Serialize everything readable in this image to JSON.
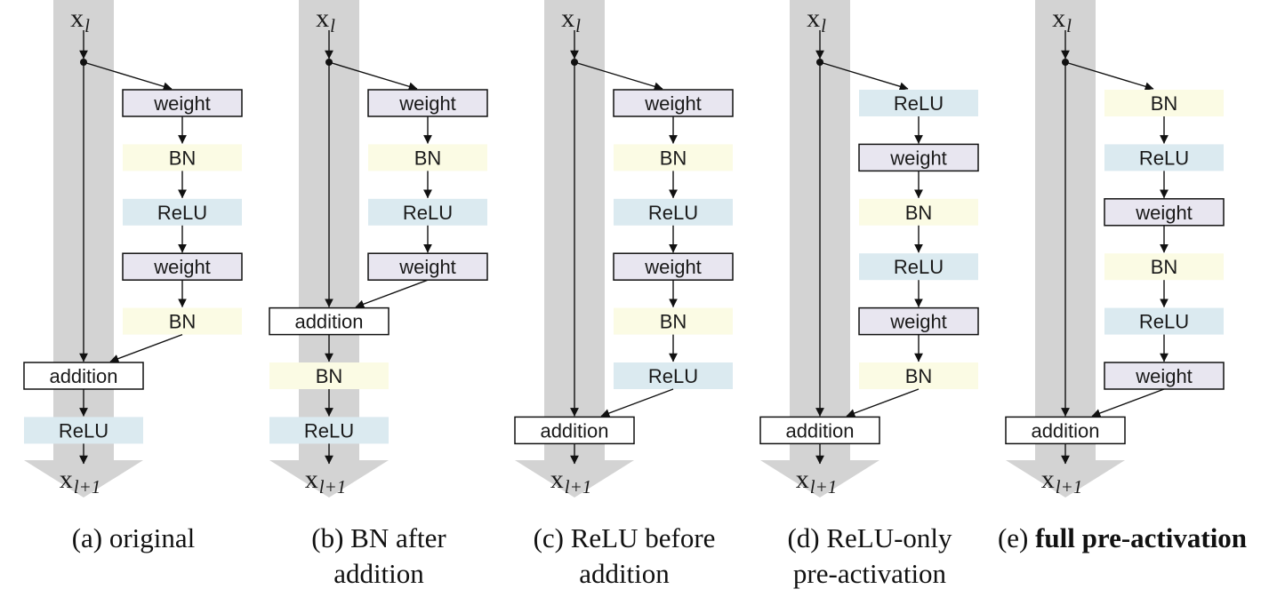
{
  "labels": {
    "weight": "weight",
    "bn": "BN",
    "relu": "ReLU",
    "addition": "addition",
    "input_main": "x",
    "input_sub": "l",
    "output_main": "x",
    "output_sub": "l+1"
  },
  "colors": {
    "weight_fill": "#e8e6f0",
    "bn_fill": "#fbfbe4",
    "relu_fill": "#dbeaf0",
    "addition_fill": "#ffffff",
    "highway": "#d3d3d3",
    "line": "#111111"
  },
  "variants": [
    {
      "id": "a",
      "caption_lines": [
        "(a) original"
      ],
      "caption_bold": "",
      "residual_branch": [
        "weight",
        "BN",
        "ReLU",
        "weight",
        "BN"
      ],
      "after_addition": [
        "ReLU"
      ]
    },
    {
      "id": "b",
      "caption_lines": [
        "(b) BN after",
        "addition"
      ],
      "caption_bold": "",
      "residual_branch": [
        "weight",
        "BN",
        "ReLU",
        "weight"
      ],
      "after_addition": [
        "BN",
        "ReLU"
      ]
    },
    {
      "id": "c",
      "caption_lines": [
        "(c) ReLU before",
        "addition"
      ],
      "caption_bold": "",
      "residual_branch": [
        "weight",
        "BN",
        "ReLU",
        "weight",
        "BN",
        "ReLU"
      ],
      "after_addition": []
    },
    {
      "id": "d",
      "caption_lines": [
        "(d) ReLU-only",
        "pre-activation"
      ],
      "caption_bold": "",
      "residual_branch": [
        "ReLU",
        "weight",
        "BN",
        "ReLU",
        "weight",
        "BN"
      ],
      "after_addition": []
    },
    {
      "id": "e",
      "caption_lines": [
        "(e) "
      ],
      "caption_bold": "full pre-activation",
      "residual_branch": [
        "BN",
        "ReLU",
        "weight",
        "BN",
        "ReLU",
        "weight"
      ],
      "after_addition": []
    }
  ]
}
